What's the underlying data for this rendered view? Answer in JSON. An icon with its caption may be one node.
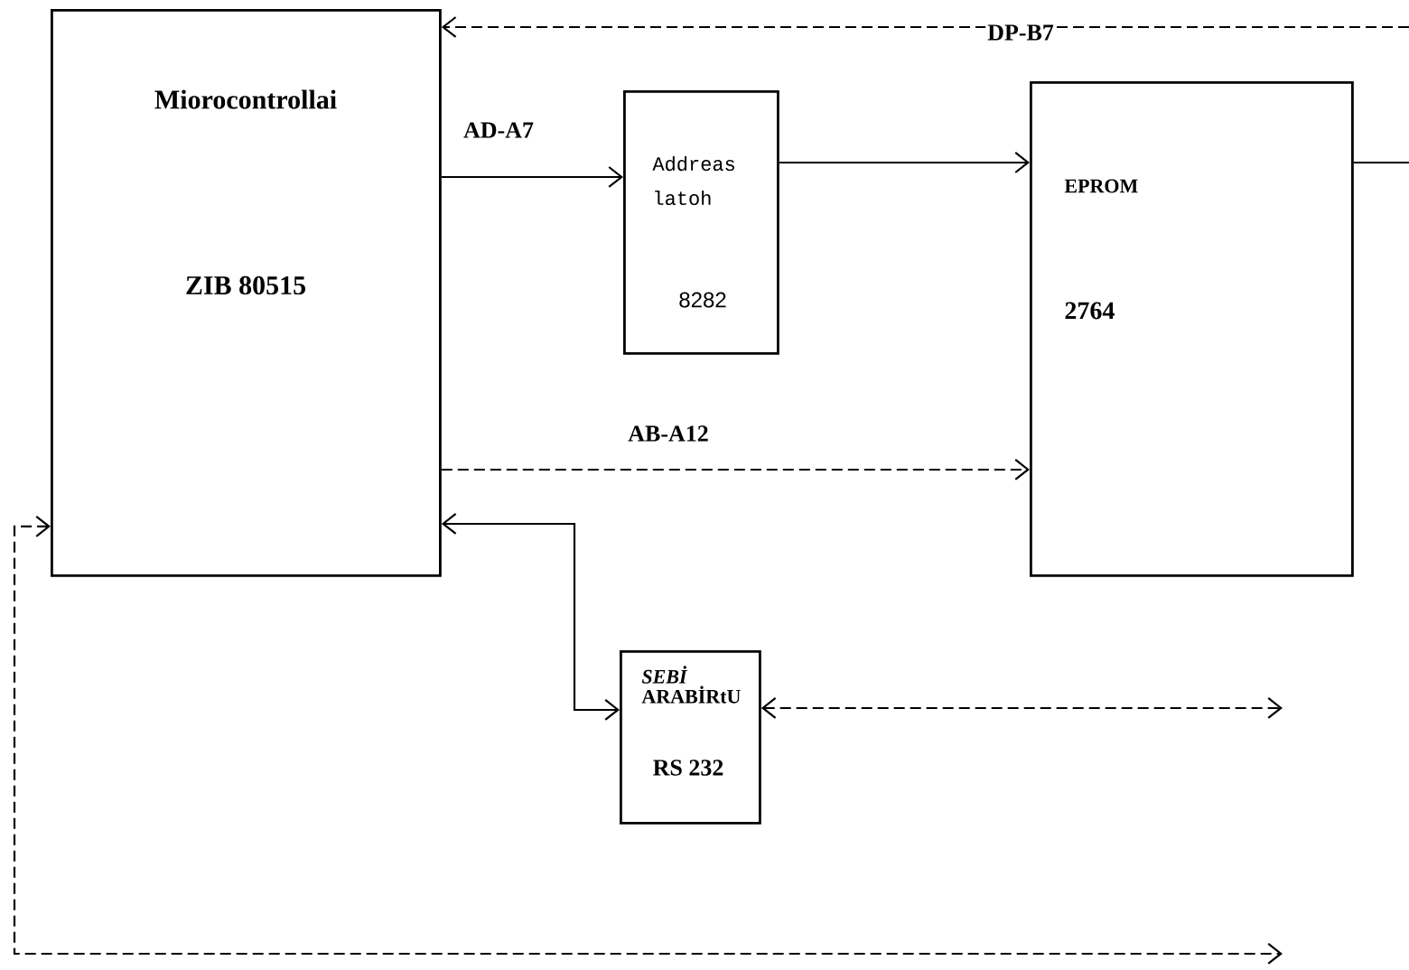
{
  "diagram": {
    "nodes": [
      {
        "text": [
          "Miorocontrollai",
          "ZIB 80515"
        ]
      },
      {
        "text": [
          "Addreas latoh",
          "8282"
        ]
      },
      {
        "text": [
          "EPROM",
          "2764"
        ]
      },
      {
        "text": [
          "*SEBİ* ARABİRtU",
          "RS 232"
        ]
      }
    ],
    "edges": [
      {
        "from": null,
        "to": 0,
        "arrow": "to",
        "label": "DP-B7",
        "style": "dashed"
      },
      {
        "from": 0,
        "to": 1,
        "arrow": "to",
        "label": "AD-A7"
      },
      {
        "from": 1,
        "to": 2,
        "arrow": "to"
      },
      {
        "from": 2,
        "to": null,
        "arrow": "none"
      },
      {
        "from": 0,
        "to": 2,
        "arrow": "to",
        "label": "AB-A12",
        "style": "dashed"
      },
      {
        "from": 0,
        "to": 3,
        "arrow": "both"
      },
      {
        "from": 3,
        "to": null,
        "arrow": "both",
        "style": "dashed"
      },
      {
        "from": 0,
        "to": null,
        "arrow": "both",
        "style": "dashed"
      }
    ]
  }
}
